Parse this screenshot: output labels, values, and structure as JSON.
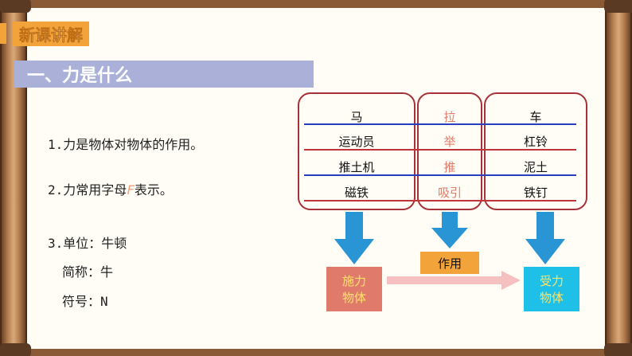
{
  "header": {
    "section_title": "新课讲解",
    "topic_title": "一、力是什么"
  },
  "points": {
    "p1": "1.力是物体对物体的作用。",
    "p2_pre": "2.力常用字母",
    "p2_letter": "F",
    "p2_post": "表示。",
    "p3": "3.单位：牛顿",
    "p4": "简称：牛",
    "p5": "符号：N"
  },
  "diagram": {
    "left_col": [
      "马",
      "运动员",
      "推土机",
      "磁铁"
    ],
    "mid_col": [
      "拉",
      "举",
      "推",
      "吸引"
    ],
    "right_col": [
      "车",
      "杠铃",
      "泥土",
      "铁钉"
    ],
    "apply_box": "施力\n物体",
    "apply_line1": "施力",
    "apply_line2": "物体",
    "action_label": "作用",
    "receive_line1": "受力",
    "receive_line2": "物体"
  },
  "colors": {
    "box_border": "#a8323a",
    "line_blue": "#2a3fc0",
    "line_red": "#c0343a",
    "arrow_blue": "#2a95d4",
    "apply_bg": "#e07a6a",
    "action_bg": "#f2a33a",
    "receive_bg": "#1ec0e8",
    "arrow_pink": "#f6c0c0"
  }
}
